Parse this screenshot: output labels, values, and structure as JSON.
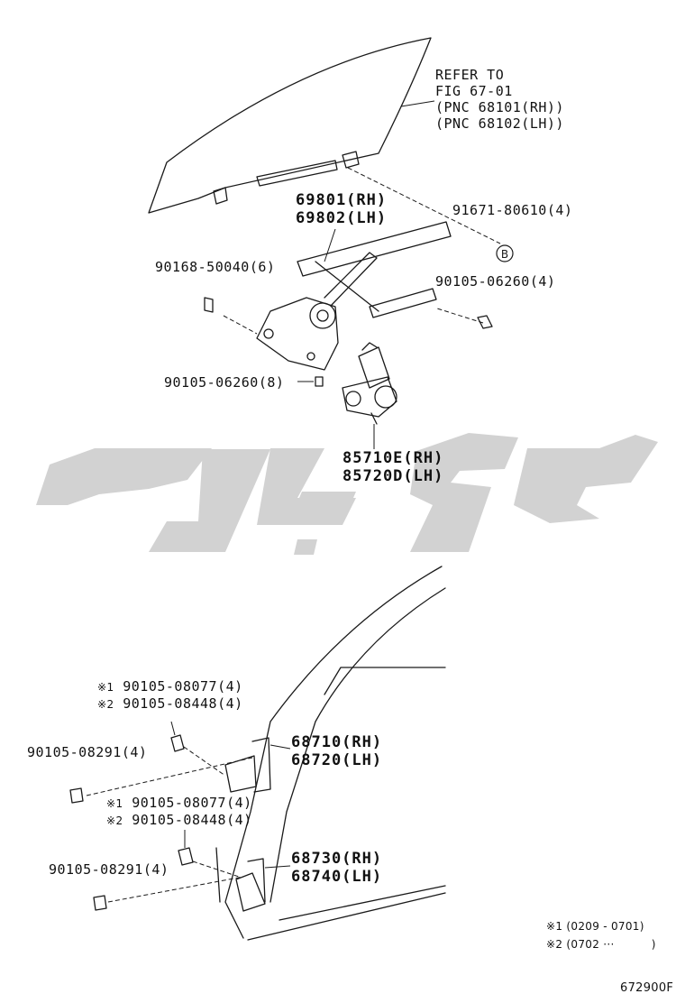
{
  "refer_note": [
    "REFER TO",
    "FIG 67-01",
    "(PNC 68101(RH))",
    "(PNC 68102(LH))"
  ],
  "regulator": {
    "rh": "69801(RH)",
    "lh": "69802(LH)"
  },
  "bolt_91671": "91671-80610(4)",
  "circle_mark": "B",
  "bolt_90168": "90168-50040(6)",
  "bolt_90105_a": "90105-06260(4)",
  "bolt_90105_b": "90105-06260(8)",
  "motor": {
    "rh": "85710E(RH)",
    "lh": "85720D(LH)"
  },
  "hinge_upper": {
    "bolt_1": {
      "mark": "※1",
      "part": "90105-08077(4)"
    },
    "bolt_2": {
      "mark": "※2",
      "part": "90105-08448(4)"
    },
    "bolt_side": "90105-08291(4)",
    "rh": "68710(RH)",
    "lh": "68720(LH)"
  },
  "hinge_lower": {
    "bolt_1": {
      "mark": "※1",
      "part": "90105-08077(4)"
    },
    "bolt_2": {
      "mark": "※2",
      "part": "90105-08448(4)"
    },
    "bolt_side": "90105-08291(4)",
    "rh": "68730(RH)",
    "lh": "68740(LH)"
  },
  "footnotes": [
    {
      "mark": "※1",
      "text": "(0209 - 0701)"
    },
    {
      "mark": "※2",
      "text": "(0702 ···          )"
    }
  ],
  "figure_code": "672900F",
  "watermark_color": "#d2d2d2",
  "line_color": "#1a1a1a"
}
